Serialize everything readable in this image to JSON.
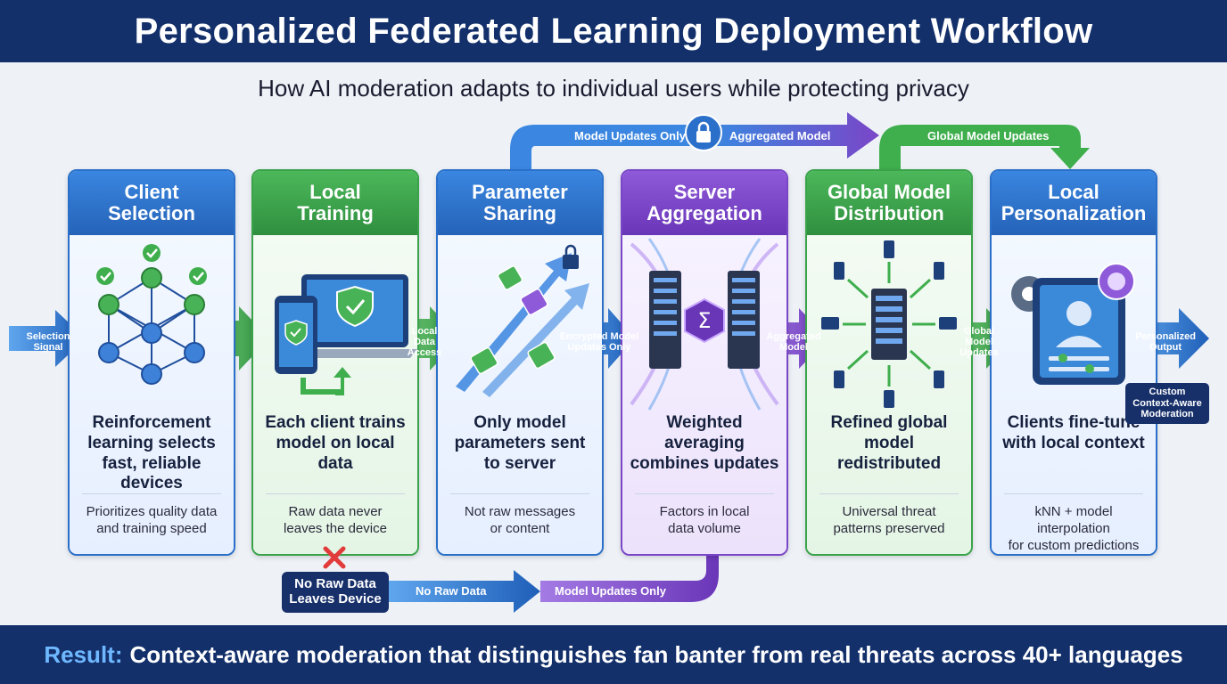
{
  "title": "Personalized Federated Learning Deployment Workflow",
  "subtitle": "How AI moderation adapts to individual users while protecting privacy",
  "cards": [
    {
      "title": "Client\nSelection",
      "main": "Reinforcement\nlearning selects\nfast, reliable devices",
      "sub": "Prioritizes quality data\nand training speed",
      "color": "blue"
    },
    {
      "title": "Local\nTraining",
      "main": "Each client trains\nmodel on local\ndata",
      "sub": "Raw data never\nleaves the device",
      "color": "green"
    },
    {
      "title": "Parameter\nSharing",
      "main": "Only model\nparameters sent\nto server",
      "sub": "Not raw messages\nor content",
      "color": "blue"
    },
    {
      "title": "Server\nAggregation",
      "main": "Weighted\naveraging\ncombines updates",
      "sub": "Factors in local\ndata volume",
      "color": "purple"
    },
    {
      "title": "Global Model\nDistribution",
      "main": "Refined global\nmodel\nredistributed",
      "sub": "Universal threat\npatterns preserved",
      "color": "green"
    },
    {
      "title": "Local\nPersonalization",
      "main": "Clients fine-tune\nwith local context",
      "sub": "kNN + model interpolation\nfor custom predictions",
      "color": "blue"
    }
  ],
  "connectors": {
    "selection_signal": "Selection\nSignal",
    "local_data_access": "Local\nData\nAccess",
    "encrypted_updates": "Encrypted Model\nUpdates Only",
    "aggregated_model": "Aggregated\nModel",
    "global_model_updates": "Global\nModel\nUpdates",
    "personalized_output": "Personalized\nOutput"
  },
  "top_flow": {
    "model_updates_only": "Model Updates Only",
    "aggregated_model": "Aggregated Model",
    "global_model_updates": "Global Model Updates"
  },
  "bottom_flow": {
    "no_raw_data_box": "No Raw Data\nLeaves Device",
    "no_raw_data": "No Raw Data",
    "model_updates_only": "Model Updates Only"
  },
  "custom_box": "Custom\nContext-Aware\nModeration",
  "footer": {
    "result_label": "Result:",
    "result_text": "Context-aware moderation that distinguishes fan banter from real threats across 40+ languages"
  },
  "colors": {
    "navy": "#13306b",
    "blue": "#2a6fc9",
    "green": "#3aa34a",
    "purple": "#7a46c8"
  }
}
